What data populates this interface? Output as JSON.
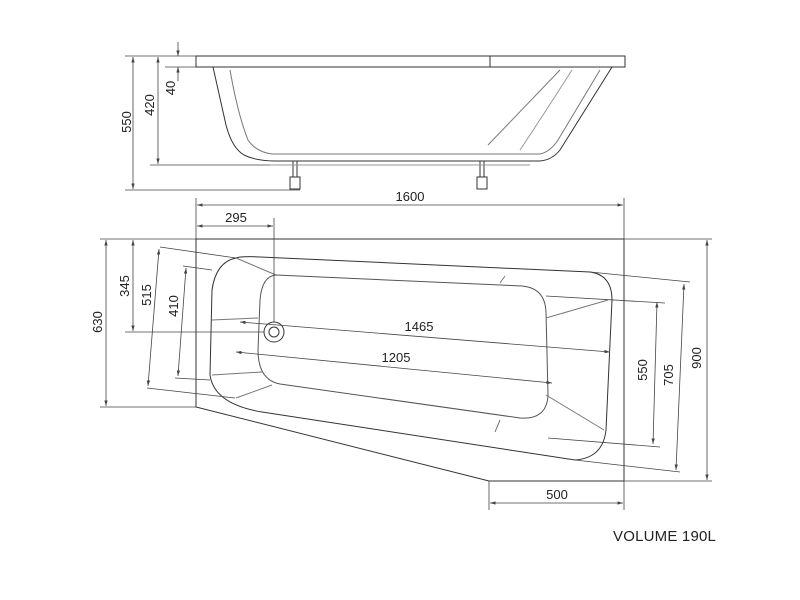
{
  "side_view": {
    "dimensions": {
      "total_height": "550",
      "tub_height": "420",
      "rim": "40"
    }
  },
  "top_view": {
    "dimensions": {
      "length": "1600",
      "drain_offset": "295",
      "width_right": "630",
      "width_drain": "345",
      "inner_width_outer": "515",
      "inner_width_inner": "410",
      "length_diag": "1465",
      "inner_length": "1205",
      "end_inner": "550",
      "end_outer": "705",
      "end_total": "900",
      "bottom_edge": "500"
    }
  },
  "volume_label": "VOLUME 190L"
}
